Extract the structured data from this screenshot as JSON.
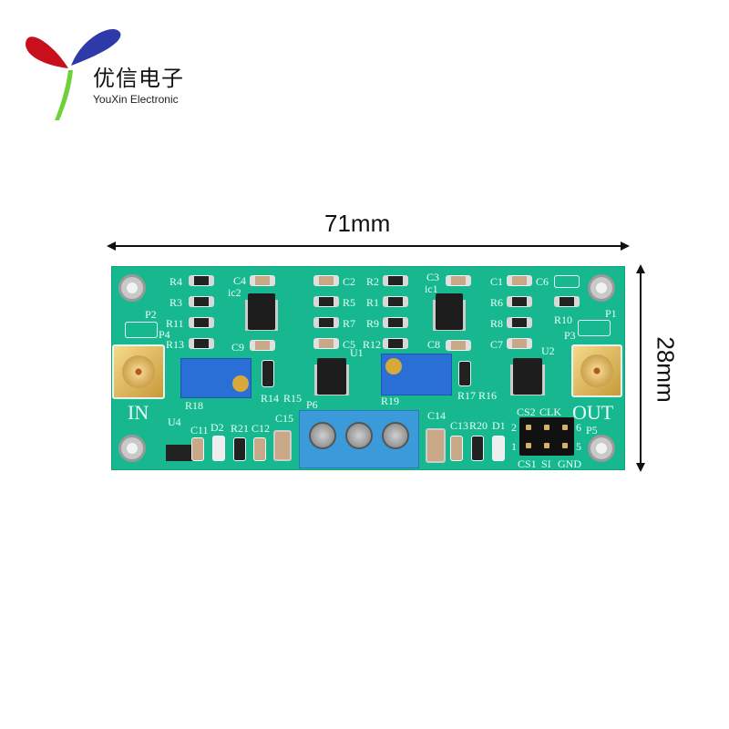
{
  "logo": {
    "chinese": "优信电子",
    "english": "YouXin Electronic"
  },
  "dimensions": {
    "width": "71mm",
    "height": "28mm"
  },
  "board": {
    "labels": [
      "R4",
      "R3",
      "R11",
      "R13",
      "C4",
      "ic2",
      "C9",
      "C2",
      "R5",
      "R7",
      "C5",
      "R2",
      "R1",
      "R9",
      "R12",
      "C3",
      "ic1",
      "C8",
      "C1",
      "R6",
      "R8",
      "C7",
      "C6",
      "R10",
      "P1",
      "P3",
      "P2",
      "P4",
      "U1",
      "U2",
      "R14",
      "R15",
      "R17",
      "R16",
      "R18",
      "R19",
      "P6",
      "U4",
      "C11",
      "D2",
      "R21",
      "C12",
      "C15",
      "C14",
      "C13",
      "R20",
      "D1",
      "CS2",
      "CLK",
      "P5",
      "CS1",
      "SI",
      "GND",
      "2",
      "1",
      "6",
      "5"
    ],
    "in_label": "IN",
    "out_label": "OUT"
  },
  "colors": {
    "pcb": "#17b88f",
    "potentiometer": "#2a6fd6",
    "terminal": "#3b9ad9"
  }
}
